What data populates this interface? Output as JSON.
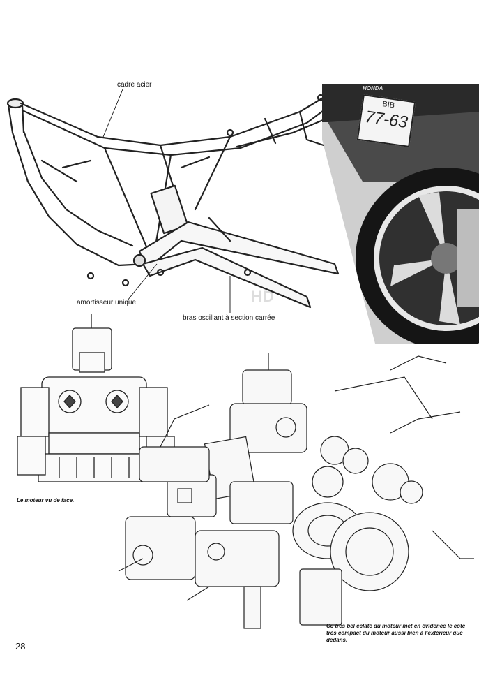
{
  "labels": {
    "frame": "cadre acier",
    "shock": "amortisseur unique",
    "swingarm": "bras oscillant à section carrée"
  },
  "photo": {
    "plate_top": "BIB",
    "plate_number": "77-63",
    "brand": "HONDA"
  },
  "captions": {
    "front_engine": "Le moteur vu de face.",
    "exploded_engine": "Ce très bel éclaté du moteur met en évidence le côté très compact du moteur aussi bien à l'extérieur que dedans."
  },
  "page_number": "28",
  "watermark": "HD"
}
